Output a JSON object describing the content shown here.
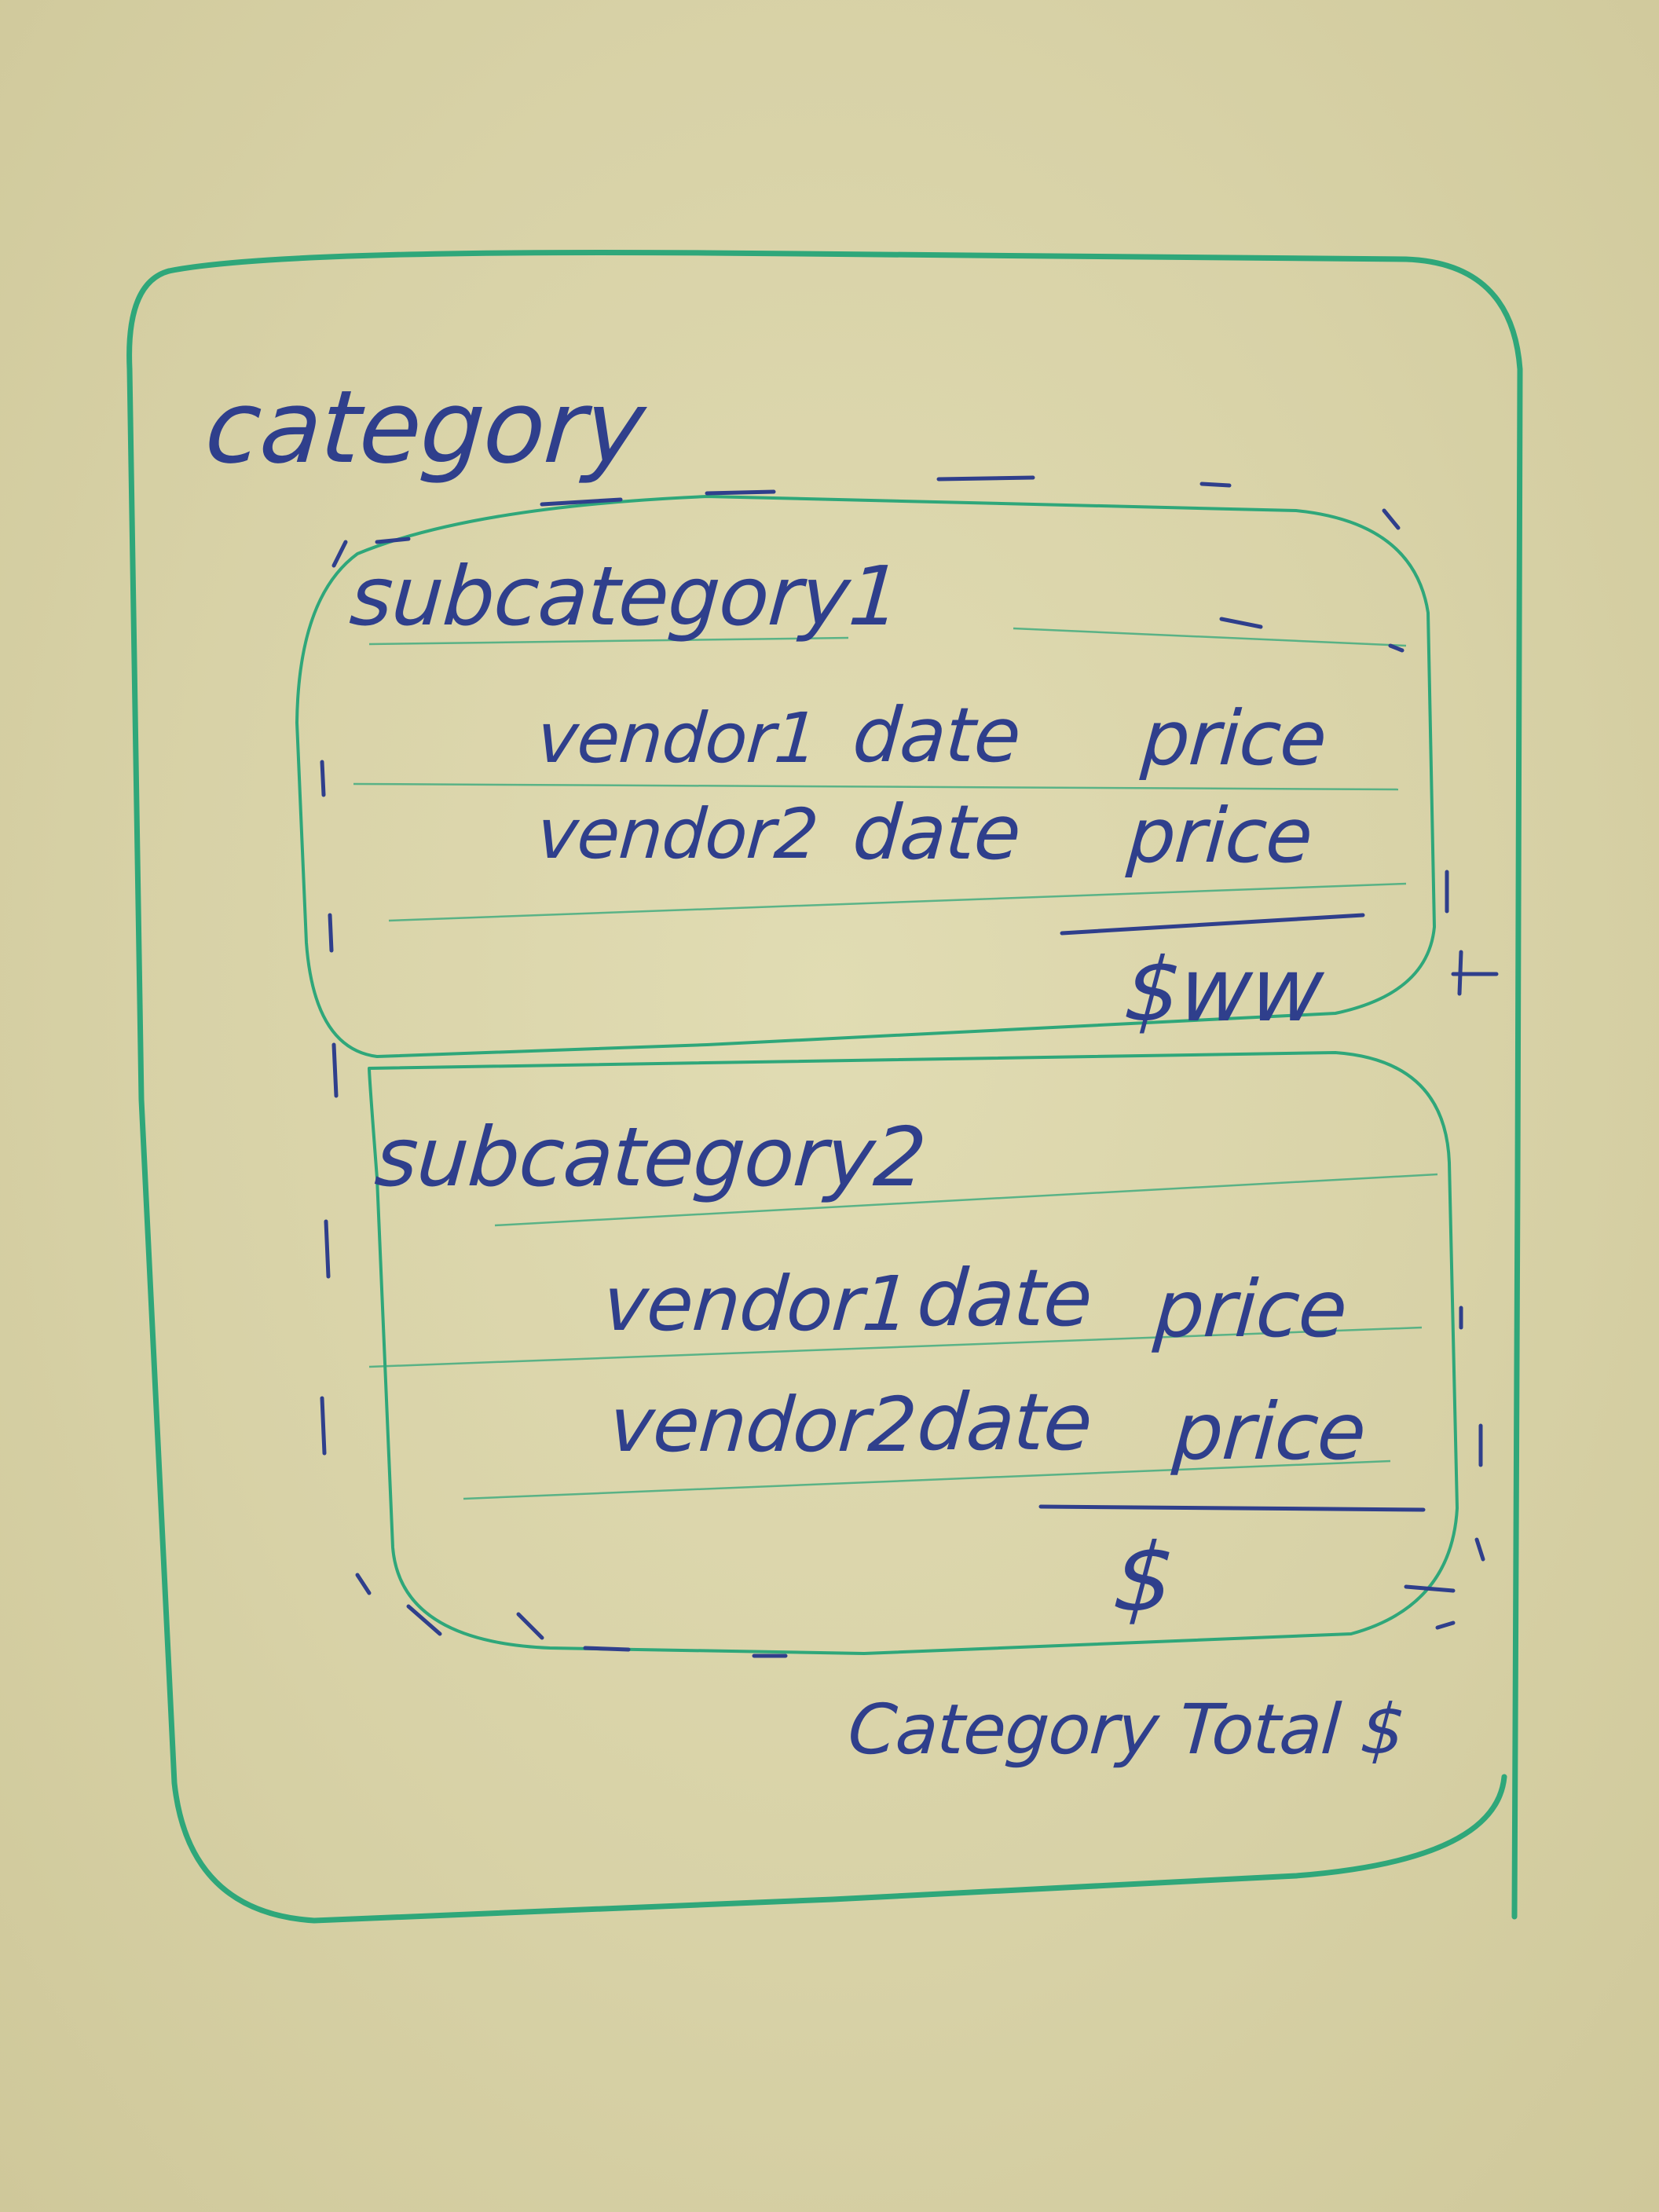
{
  "whiteboard": {
    "category_heading": "category",
    "subcategories": [
      {
        "title": "subcategory1",
        "rows": [
          {
            "vendor": "vendor1",
            "date": "date",
            "price": "price"
          },
          {
            "vendor": "vendor2",
            "date": "date",
            "price": "price"
          }
        ],
        "subtotal": "$ww"
      },
      {
        "title": "subcategory2",
        "rows": [
          {
            "vendor": "vendor1",
            "date": "date",
            "price": "price"
          },
          {
            "vendor": "vendor2",
            "date": "date",
            "price": "price"
          }
        ],
        "subtotal": "$"
      }
    ],
    "category_total": "Category Total $",
    "colors": {
      "board": "#d9d4a9",
      "blue_marker": "#2f3f8c",
      "green_marker": "#2fa77a"
    }
  }
}
